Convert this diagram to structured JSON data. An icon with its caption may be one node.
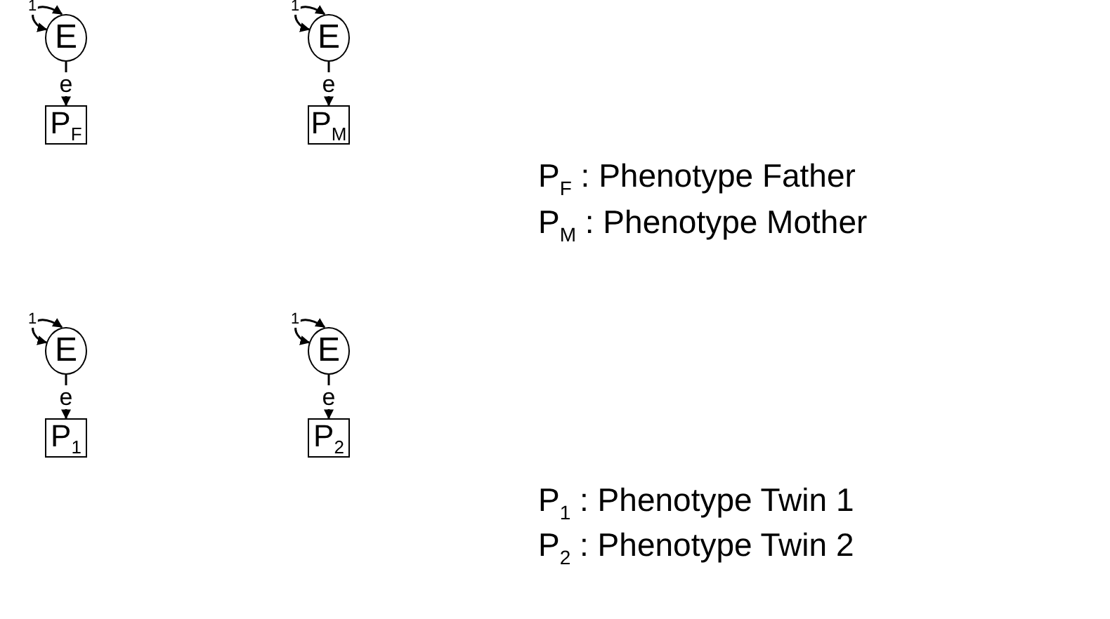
{
  "diagram": {
    "nodes": [
      {
        "text": [
          "E"
        ]
      },
      {
        "text": [
          "P$_{F}$"
        ]
      },
      {
        "text": [
          "E"
        ]
      },
      {
        "text": [
          "P$_{M}$"
        ]
      },
      {
        "text": [
          "E"
        ]
      },
      {
        "text": [
          "P$_{1}$"
        ]
      },
      {
        "text": [
          "E"
        ]
      },
      {
        "text": [
          "P$_{2}$"
        ]
      }
    ],
    "edges": [
      {
        "from": 0,
        "to": 0,
        "arrow": "both",
        "label": "1"
      },
      {
        "from": 0,
        "to": 1,
        "arrow": "to",
        "label": "e"
      },
      {
        "from": 2,
        "to": 2,
        "arrow": "both",
        "label": "1"
      },
      {
        "from": 2,
        "to": 3,
        "arrow": "to",
        "label": "e"
      },
      {
        "from": 4,
        "to": 4,
        "arrow": "both",
        "label": "1"
      },
      {
        "from": 4,
        "to": 5,
        "arrow": "to",
        "label": "e"
      },
      {
        "from": 6,
        "to": 6,
        "arrow": "both",
        "label": "1"
      },
      {
        "from": 6,
        "to": 7,
        "arrow": "to",
        "label": "e"
      }
    ],
    "labels": [
      "P$_{F}$ : Phenotype Father",
      "P$_{M}$ : Phenotype Mother",
      "P$_{1}$ : Phenotype Twin 1",
      "P$_{2}$ : Phenotype Twin 2"
    ]
  }
}
